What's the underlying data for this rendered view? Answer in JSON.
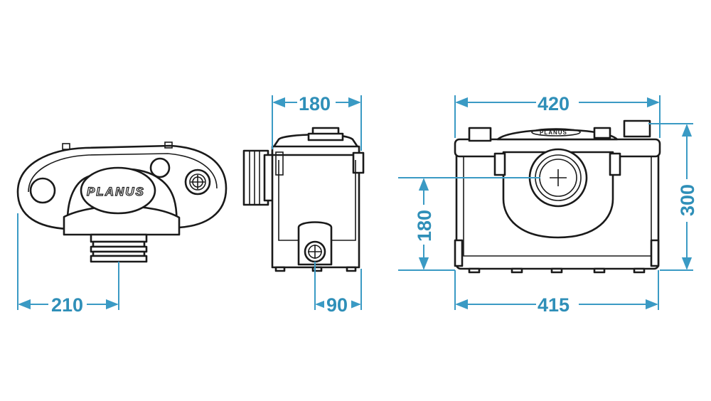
{
  "brand": "PLANUS",
  "dimensions": {
    "top_width": "210",
    "side_depth": "180",
    "side_outlet": "90",
    "front_top_width": "420",
    "front_bottom_width": "415",
    "front_height": "300",
    "inlet_height": "180"
  },
  "colors": {
    "dimension": "#2f8fb8",
    "outline": "#1a1a1a"
  }
}
